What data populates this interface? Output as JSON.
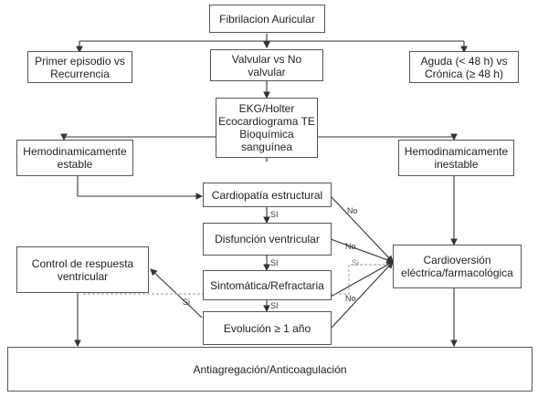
{
  "nodes": {
    "atrial_fibrillation": "Fibrilacion Auricular",
    "first_episode": "Primer episodio vs\nRecurrencia",
    "valvular": "Valvular vs No\nvalvular",
    "acute_chronic": "Aguda (< 48 h) vs\nCrónica (≥ 48 h)",
    "tests": "EKG/Holter\nEcocardiograma TE\nBioquímica\nsanguínea",
    "stable": "Hemodinamicamente\nestable",
    "unstable": "Hemodinamicamente\ninestable",
    "structural": "Cardiopatía estructural",
    "ventricular_dysfunction": "Disfunción ventricular",
    "symptomatic": "Sintomática/Refractaria",
    "evolution": "Evolución ≥ 1 año",
    "rate_control": "Control de respuesta\nventricular",
    "cardioversion": "Cardioversión\neléctrica/farmacológica",
    "anticoagulation": "Antiagregación/Anticoagulación"
  },
  "edge_labels": {
    "si_1": "SI",
    "si_2": "SI",
    "si_3": "SI",
    "si_rate": "Si",
    "si_dashed": "Si",
    "no_1": "No",
    "no_2": "No",
    "no_3": "No"
  }
}
